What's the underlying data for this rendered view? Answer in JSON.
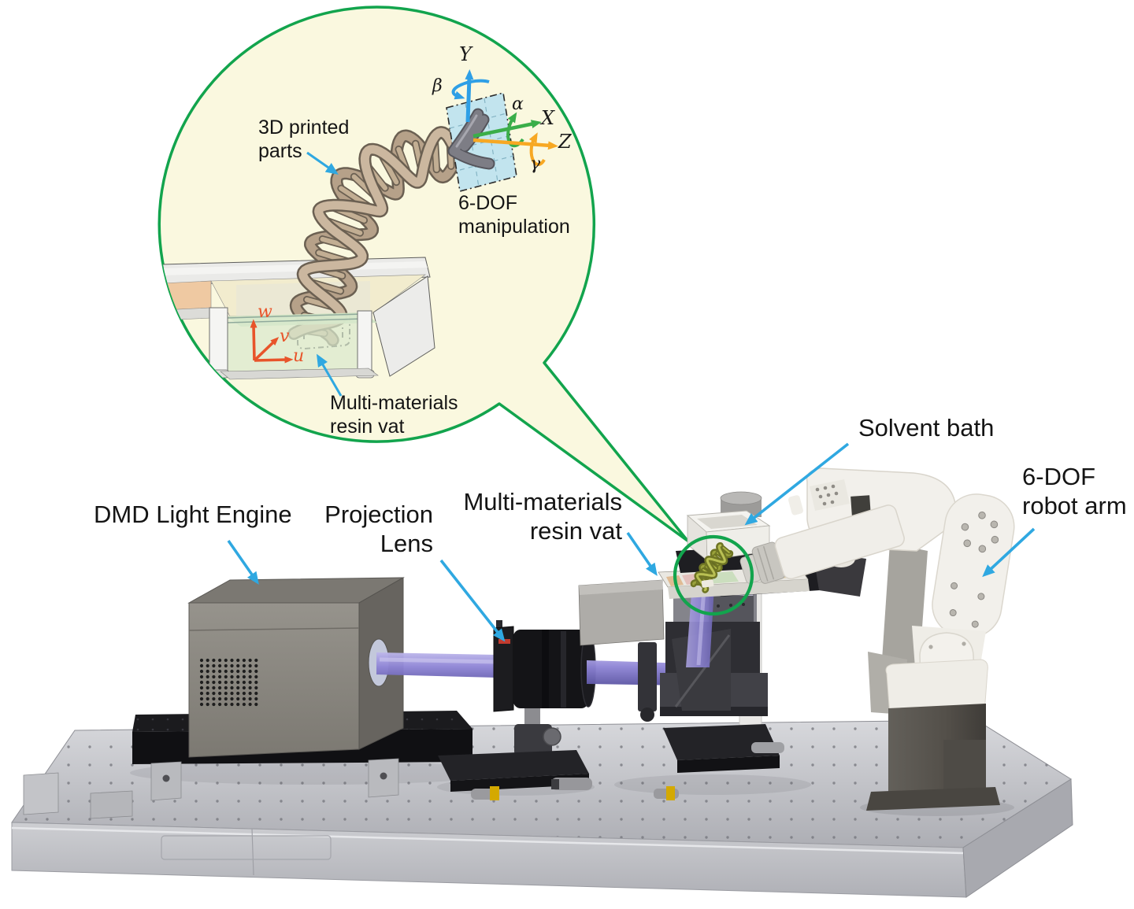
{
  "figure": {
    "background": "#FFFFFF"
  },
  "colors": {
    "leader_arrow": "#2FA8E1",
    "annotation_green": "#12A44D",
    "inset_fill": "#FAF8DF",
    "axis_y_blue": "#2E9FE6",
    "axis_x_green": "#3AAE49",
    "axis_z_orange": "#F7A823",
    "uvw_axes": "#E8542A",
    "uv_beam": "#8F85D6",
    "build_plate_blue": "#C2E4EE",
    "helix_front": "#CBB79F",
    "helix_back": "#B6A189",
    "helix_rung": "#C2AE93",
    "helix_outline": "#6B6052",
    "printed_dna_front": "#B9C053",
    "printed_dna_back": "#9AA23B",
    "printed_dna_rung": "#AEB647",
    "printed_dna_outline": "#6E7424"
  },
  "inset": {
    "labels": {
      "printed_parts": "3D printed parts",
      "manipulation": "6-DOF manipulation",
      "resin_vat": "Multi-materials resin vat"
    },
    "axes": {
      "y": "Y",
      "x": "X",
      "z": "Z",
      "beta": "β",
      "alpha": "α",
      "gamma": "γ"
    },
    "vat_axes": {
      "w": "w",
      "v": "v",
      "u": "u"
    }
  },
  "machine": {
    "labels": {
      "dmd": "DMD Light Engine",
      "lens": "Projection Lens",
      "resin_vat": "Multi-materials resin vat",
      "solvent_bath": "Solvent bath",
      "robot": "6-DOF robot arm"
    }
  }
}
